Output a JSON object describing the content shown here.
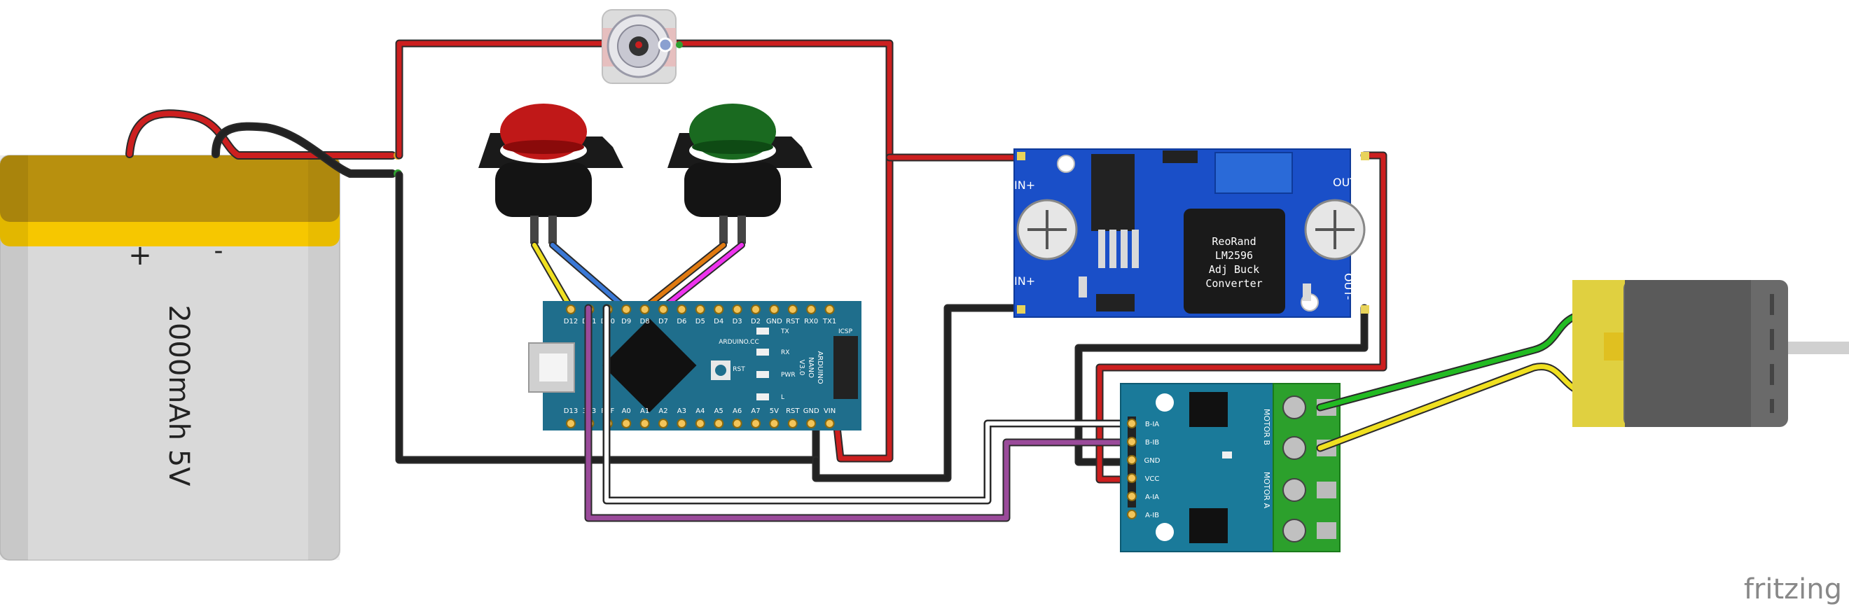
{
  "battery": {
    "capacity": "2000mAh 5V",
    "plus": "+",
    "minus": "-"
  },
  "buck": {
    "in_plus": "IN+",
    "in_minus": "IN+",
    "out_plus": "OUT+",
    "out_minus": "OUT-",
    "chip_lines": [
      "ReoRand",
      "LM2596",
      "Adj Buck",
      "Converter"
    ]
  },
  "nano": {
    "top_pins": [
      "D12",
      "D11",
      "D10",
      "D9",
      "D8",
      "D7",
      "D6",
      "D5",
      "D4",
      "D3",
      "D2",
      "GND",
      "RST",
      "RX0",
      "TX1"
    ],
    "bottom_pins": [
      "D13",
      "3V3",
      "REF",
      "A0",
      "A1",
      "A2",
      "A3",
      "A4",
      "A5",
      "A6",
      "A7",
      "5V",
      "RST",
      "GND",
      "VIN"
    ],
    "brand": "ARDUINO.CC",
    "model_lines": [
      "ARDUINO",
      "NANO",
      "V3.0"
    ],
    "icsp": "ICSP",
    "rst_button": "RST",
    "led_tx": "TX",
    "led_rx": "RX",
    "led_pwr": "PWR",
    "led_l": "L"
  },
  "motor_driver": {
    "pins": [
      "B-IA",
      "B-IB",
      "GND",
      "VCC",
      "A-IA",
      "A-IB"
    ],
    "motor_b": "MOTOR B",
    "motor_a": "MOTOR A"
  },
  "colors": {
    "wire_red": "#cc1f1f",
    "wire_black": "#222222",
    "wire_blue": "#3a78d6",
    "wire_yellow": "#f0e020",
    "wire_orange": "#e07a10",
    "wire_magenta": "#ee33ee",
    "wire_purple": "#9a4a9a",
    "wire_white": "#ffffff",
    "wire_green": "#22bb22",
    "board_blue": "#1a4fc8",
    "nano_teal": "#1f6e8c",
    "driver_teal": "#1a7a9a"
  },
  "footer": {
    "brand": "fritzing"
  }
}
